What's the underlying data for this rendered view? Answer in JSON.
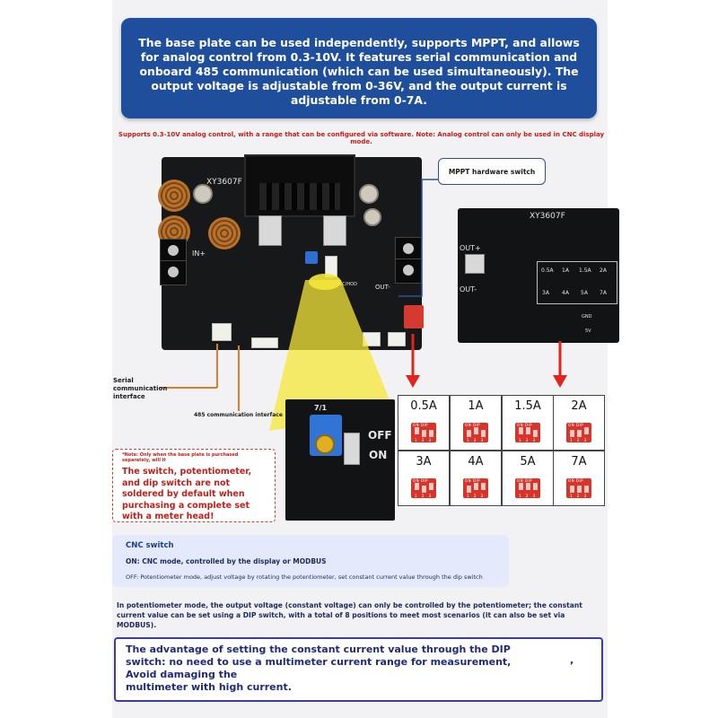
{
  "header": {
    "text": "The base plate can be used independently, supports MPPT, and allows for analog control from 0.3-10V. It features serial communication and onboard 485 communication (which can be used simultaneously). The output voltage is adjustable from 0-36V, and the output current is adjustable from 0-7A."
  },
  "note_line": "Supports 0.3-10V analog control, with a range that can be configured via software. Note: Analog control can only be used in CNC display mode.",
  "board": {
    "model": "XY3607F",
    "in_label": "IN+",
    "out_label": "OUT-",
    "cnc_label": "CNC/HOD"
  },
  "backboard": {
    "model": "XY3607F",
    "out_plus": "OUT+",
    "out_minus": "OUT-",
    "cells": [
      "0.5A",
      "1A",
      "1.5A",
      "2A",
      "3A",
      "4A",
      "5A",
      "7A"
    ],
    "pins": [
      "GND",
      "5V"
    ]
  },
  "callouts": {
    "mppt": "MPPT hardware switch",
    "serial": "Serial communication interface",
    "rs485": "485 communication interface"
  },
  "zoom": {
    "off": "OFF",
    "on": "ON",
    "mark": "7/1"
  },
  "warning": {
    "small": "*Note: Only when the base plate is purchased separately, will it",
    "big": "The switch, potentiometer, and dip switch are not soldered by default when purchasing a complete set with a meter head!"
  },
  "current_grid": [
    {
      "label": "0.5A",
      "dip": [
        1,
        0,
        0
      ]
    },
    {
      "label": "1A",
      "dip": [
        0,
        1,
        0
      ]
    },
    {
      "label": "1.5A",
      "dip": [
        1,
        1,
        0
      ]
    },
    {
      "label": "2A",
      "dip": [
        0,
        0,
        1
      ]
    },
    {
      "label": "3A",
      "dip": [
        1,
        0,
        1
      ]
    },
    {
      "label": "4A",
      "dip": [
        0,
        1,
        1
      ]
    },
    {
      "label": "5A",
      "dip": [
        1,
        1,
        1
      ]
    },
    {
      "label": "7A",
      "dip": [
        0,
        0,
        0
      ]
    }
  ],
  "dip_text": "ON DIP",
  "dip_numbers": "1 2 3",
  "cnc": {
    "title": "CNC switch",
    "on": "ON: CNC mode, controlled by the display or MODBUS",
    "off": "OFF: Potentiometer mode, adjust voltage by rotating the potentiometer, set constant current value through the dip switch"
  },
  "potentiometer_paragraph": "In potentiometer mode, the output voltage (constant voltage) can only be controlled by the potentiometer; the constant current value can be set using a DIP switch, with a total of 8 positions to meet most scenarios (it can also be set via MODBUS).",
  "advantage": {
    "line1": "The advantage of setting the constant current value through the DIP switch: no need to use a multimeter current range for measurement,",
    "comma": ",",
    "line2": "Avoid damaging the",
    "line3": "multimeter with high current."
  },
  "colors": {
    "header_bg": "#1f4e9c",
    "warn_red": "#c0201a",
    "arrow_red": "#e0261c",
    "orange_line": "#e07a2c",
    "callout_blue": "#2d4f9e",
    "dip_red": "#d9342a",
    "cnc_bg": "#e4eafb"
  }
}
